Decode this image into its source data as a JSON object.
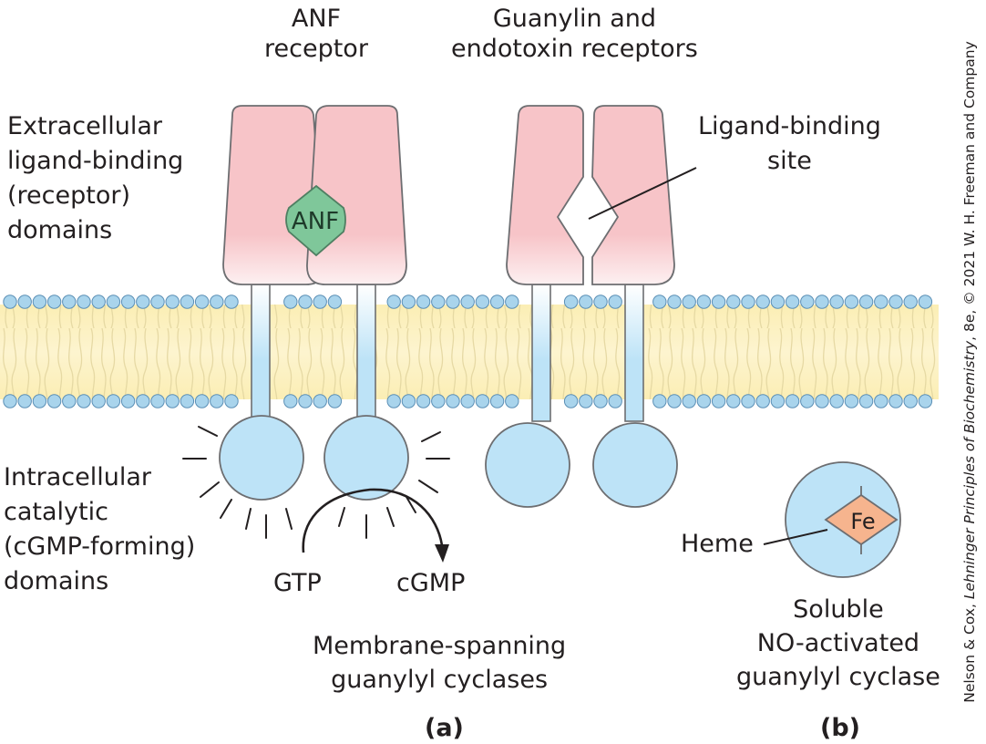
{
  "labels": {
    "anf_receptor": [
      "ANF",
      "receptor"
    ],
    "guanylin_receptors": [
      "Guanylin and",
      "endotoxin receptors"
    ],
    "extracellular": [
      "Extracellular",
      "ligand-binding",
      "(receptor)",
      "domains"
    ],
    "ligand_binding_site": [
      "Ligand-binding",
      "site"
    ],
    "intracellular": [
      "Intracellular",
      "catalytic",
      "(cGMP-forming)",
      "domains"
    ],
    "gtp": "GTP",
    "cgmp": "cGMP",
    "membrane_spanning": [
      "Membrane-spanning",
      "guanylyl cyclases"
    ],
    "panel_a": "(a)",
    "heme": "Heme",
    "soluble": [
      "Soluble",
      "NO-activated",
      "guanylyl cyclase"
    ],
    "panel_b": "(b)",
    "anf_ligand": "ANF",
    "fe": "Fe"
  },
  "credit": {
    "prefix": "Nelson & Cox, ",
    "title": "Lehninger Principles of Biochemistry",
    "suffix": ", 8e, © 2021 W. H. Freeman and Company"
  },
  "colors": {
    "receptor_pink": "#f7c4c8",
    "cytoplasmic_blue": "#bde3f7",
    "ligand_green": "#7fc79a",
    "heme_salmon": "#f6b48e",
    "lipid_yellow": "#fbeeb4",
    "lipid_head": "#a9d4ec",
    "outline": "#6d6e71"
  }
}
